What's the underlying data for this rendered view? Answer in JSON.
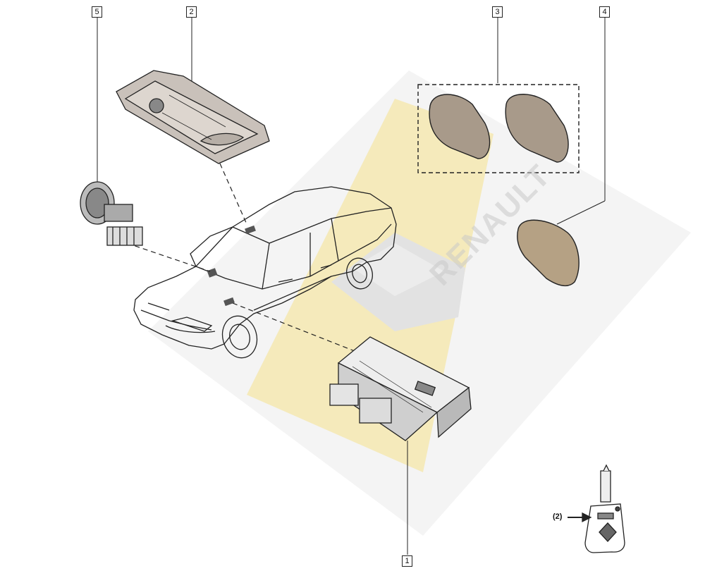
{
  "callouts": [
    {
      "id": "1",
      "label": "1"
    },
    {
      "id": "2",
      "label": "2"
    },
    {
      "id": "3",
      "label": "3"
    },
    {
      "id": "4",
      "label": "4"
    },
    {
      "id": "5",
      "label": "5"
    }
  ],
  "key_quantity_label": "(2)",
  "watermark_text": "RENAULT",
  "colors": {
    "line": "#222222",
    "watermark_yellow": "#f5e7b0",
    "watermark_grey": "#e6e6e6",
    "cover_fill": "#c9c1ba"
  }
}
